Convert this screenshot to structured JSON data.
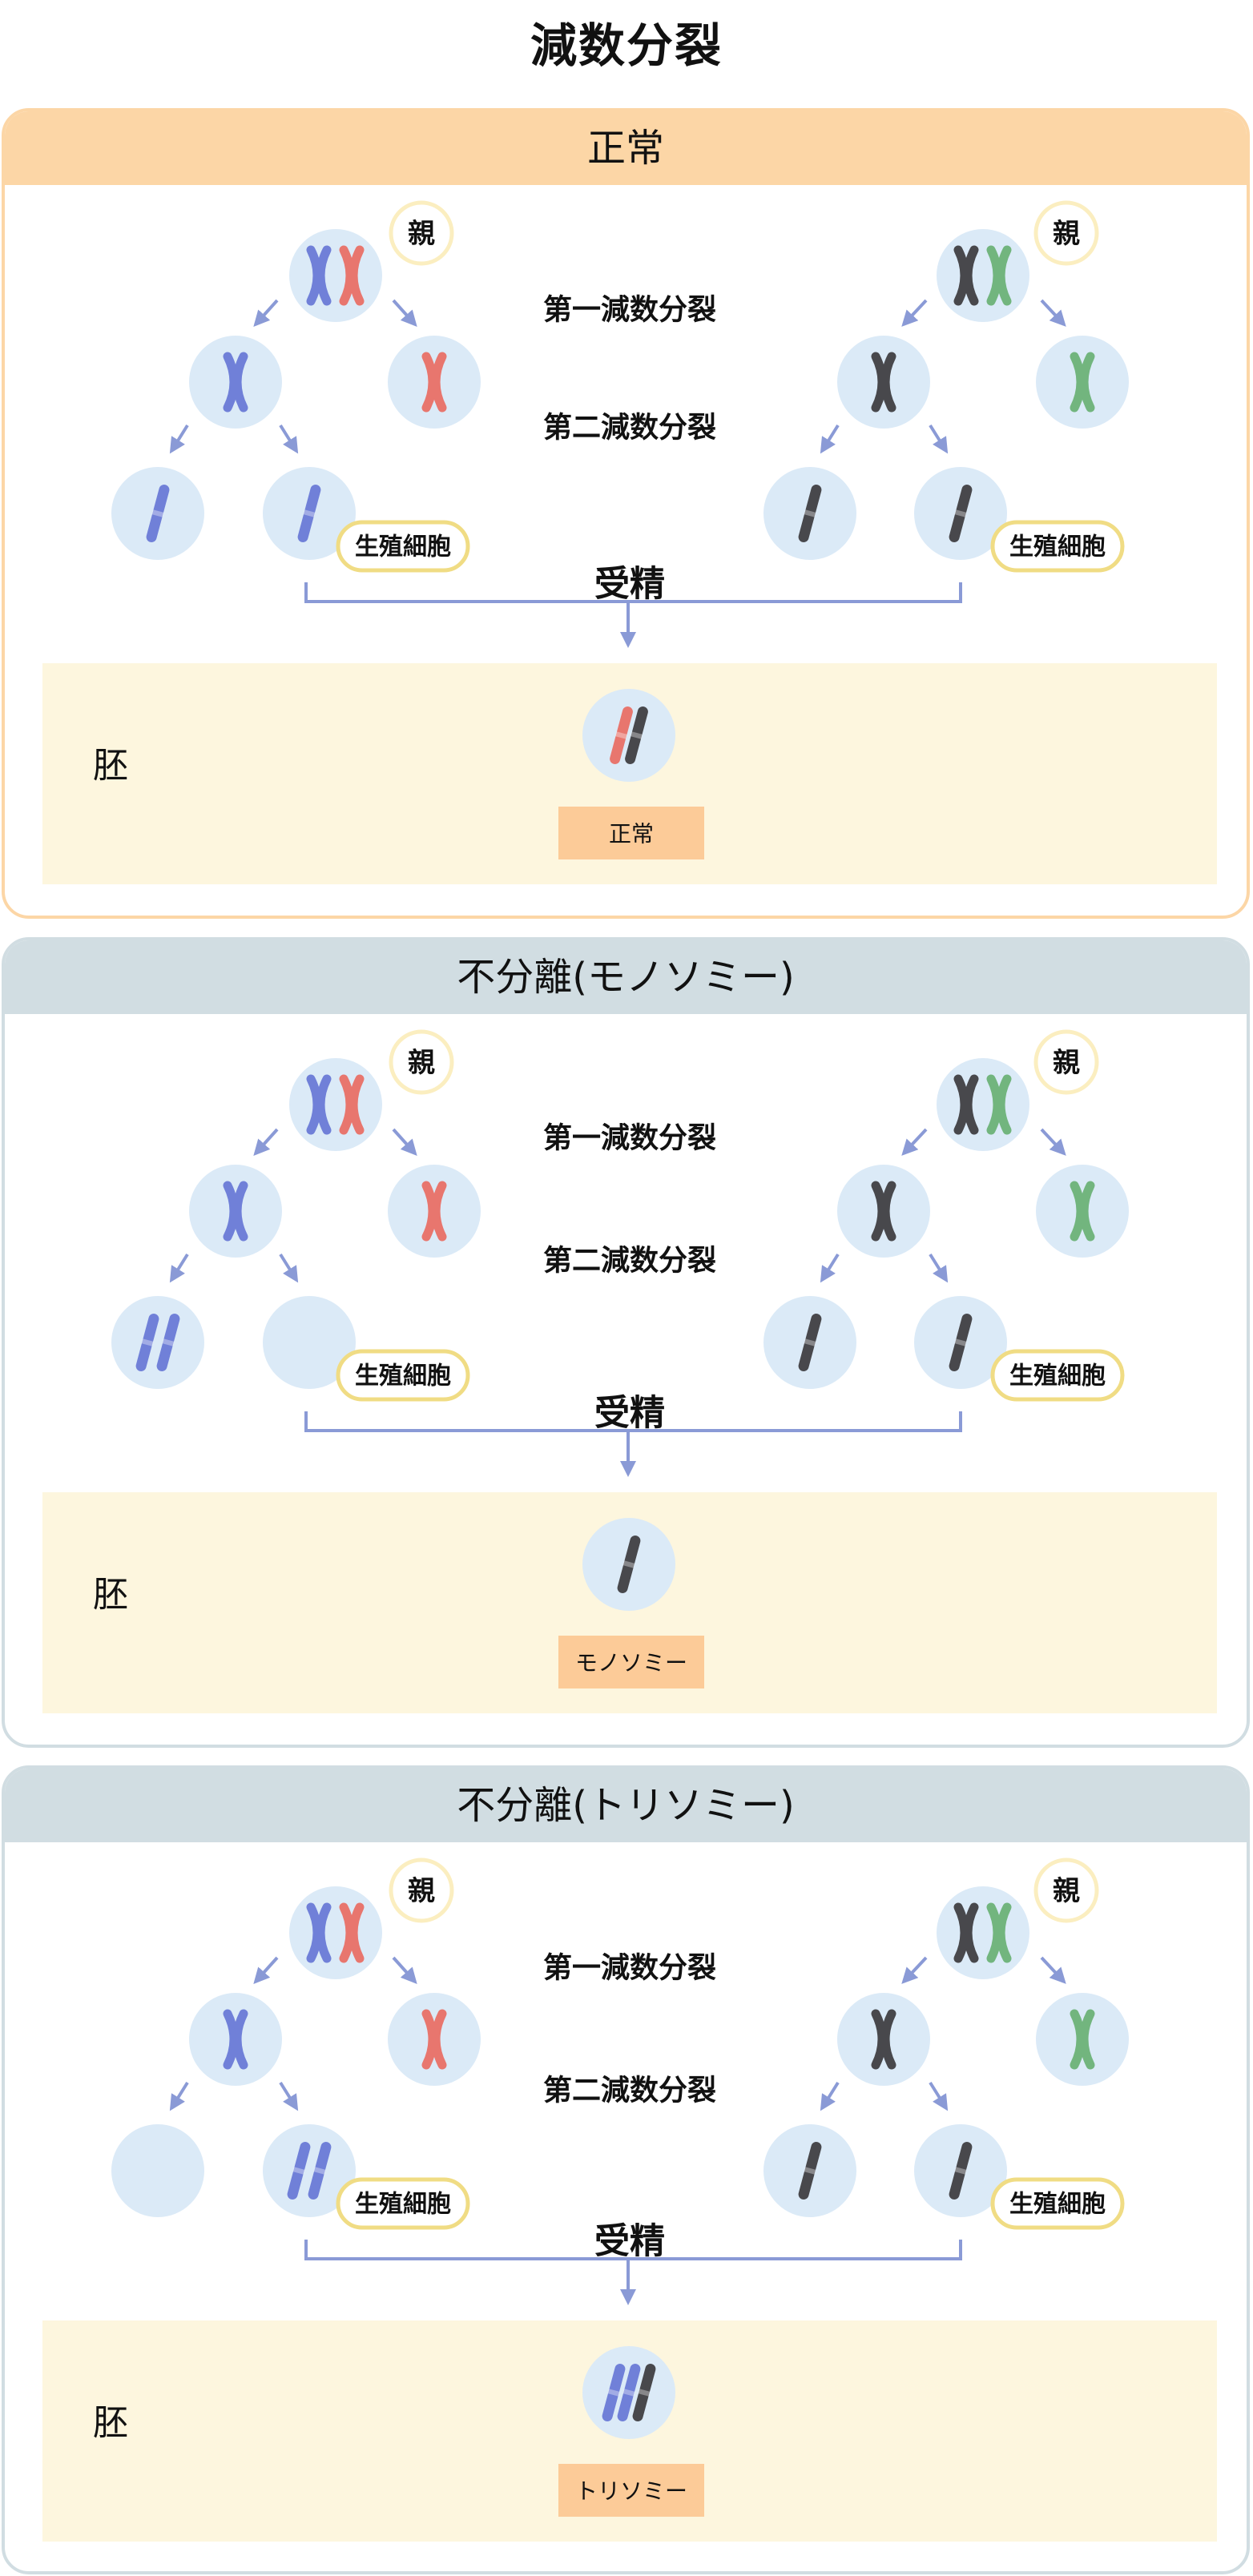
{
  "title": "減数分裂",
  "colors": {
    "cell": "#dbeaf7",
    "blue_chromosome": "#7080d8",
    "red_chromosome": "#e8766e",
    "dark_chromosome": "#48484c",
    "green_chromosome": "#72b57e",
    "arrow": "#8a9ad6",
    "embryo_bg": "#fdf6de",
    "result_bg": "#fccb98",
    "tag_border": "#f0dc84",
    "normal_header": "#fcd6a6",
    "nondisjunction_header": "#d1dde2"
  },
  "labels": {
    "parent": "親",
    "meiosis_1": "第一減数分裂",
    "meiosis_2": "第二減数分裂",
    "gamete": "生殖細胞",
    "fertilization": "受精",
    "embryo": "胚"
  },
  "panels": [
    {
      "title": "正常",
      "theme": "normal",
      "left_gametes": [
        "one_blue",
        "one_blue"
      ],
      "embryo": [
        "red",
        "dark"
      ],
      "result": "正常"
    },
    {
      "title": "不分離(モノソミー)",
      "theme": "nondisjunction",
      "left_gametes": [
        "two_blue",
        "empty"
      ],
      "embryo": [
        "dark"
      ],
      "result": "モノソミー"
    },
    {
      "title": "不分離(トリソミー)",
      "theme": "nondisjunction",
      "left_gametes": [
        "empty",
        "two_blue"
      ],
      "embryo": [
        "blue",
        "blue",
        "dark"
      ],
      "result": "トリソミー"
    }
  ]
}
